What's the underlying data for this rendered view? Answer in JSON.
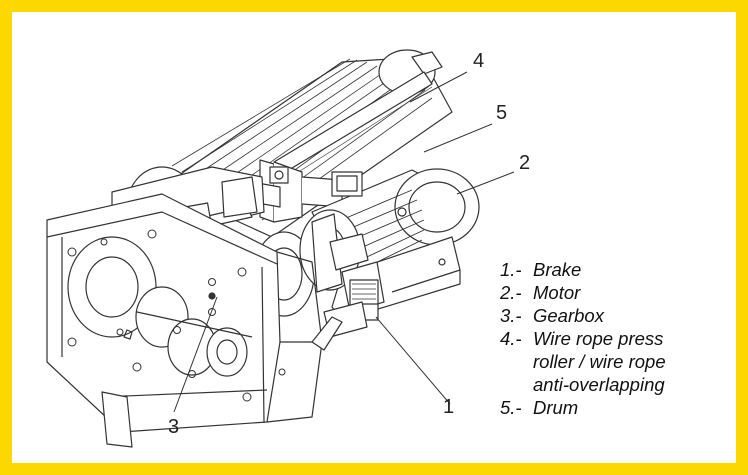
{
  "diagram": {
    "callouts": [
      {
        "id": "c1",
        "text": "1"
      },
      {
        "id": "c2",
        "text": "2"
      },
      {
        "id": "c3",
        "text": "3"
      },
      {
        "id": "c4",
        "text": "4"
      },
      {
        "id": "c5",
        "text": "5"
      }
    ],
    "legend": [
      {
        "num": "1.-",
        "text": "Brake"
      },
      {
        "num": "2.-",
        "text": "Motor"
      },
      {
        "num": "3.-",
        "text": "Gearbox"
      },
      {
        "num": "4.-",
        "text": "Wire rope press\nroller / wire rope\nanti-overlapping"
      },
      {
        "num": "5.-",
        "text": "Drum"
      }
    ]
  },
  "colors": {
    "border": "#fdd800",
    "line": "#333333",
    "background": "#ffffff"
  }
}
